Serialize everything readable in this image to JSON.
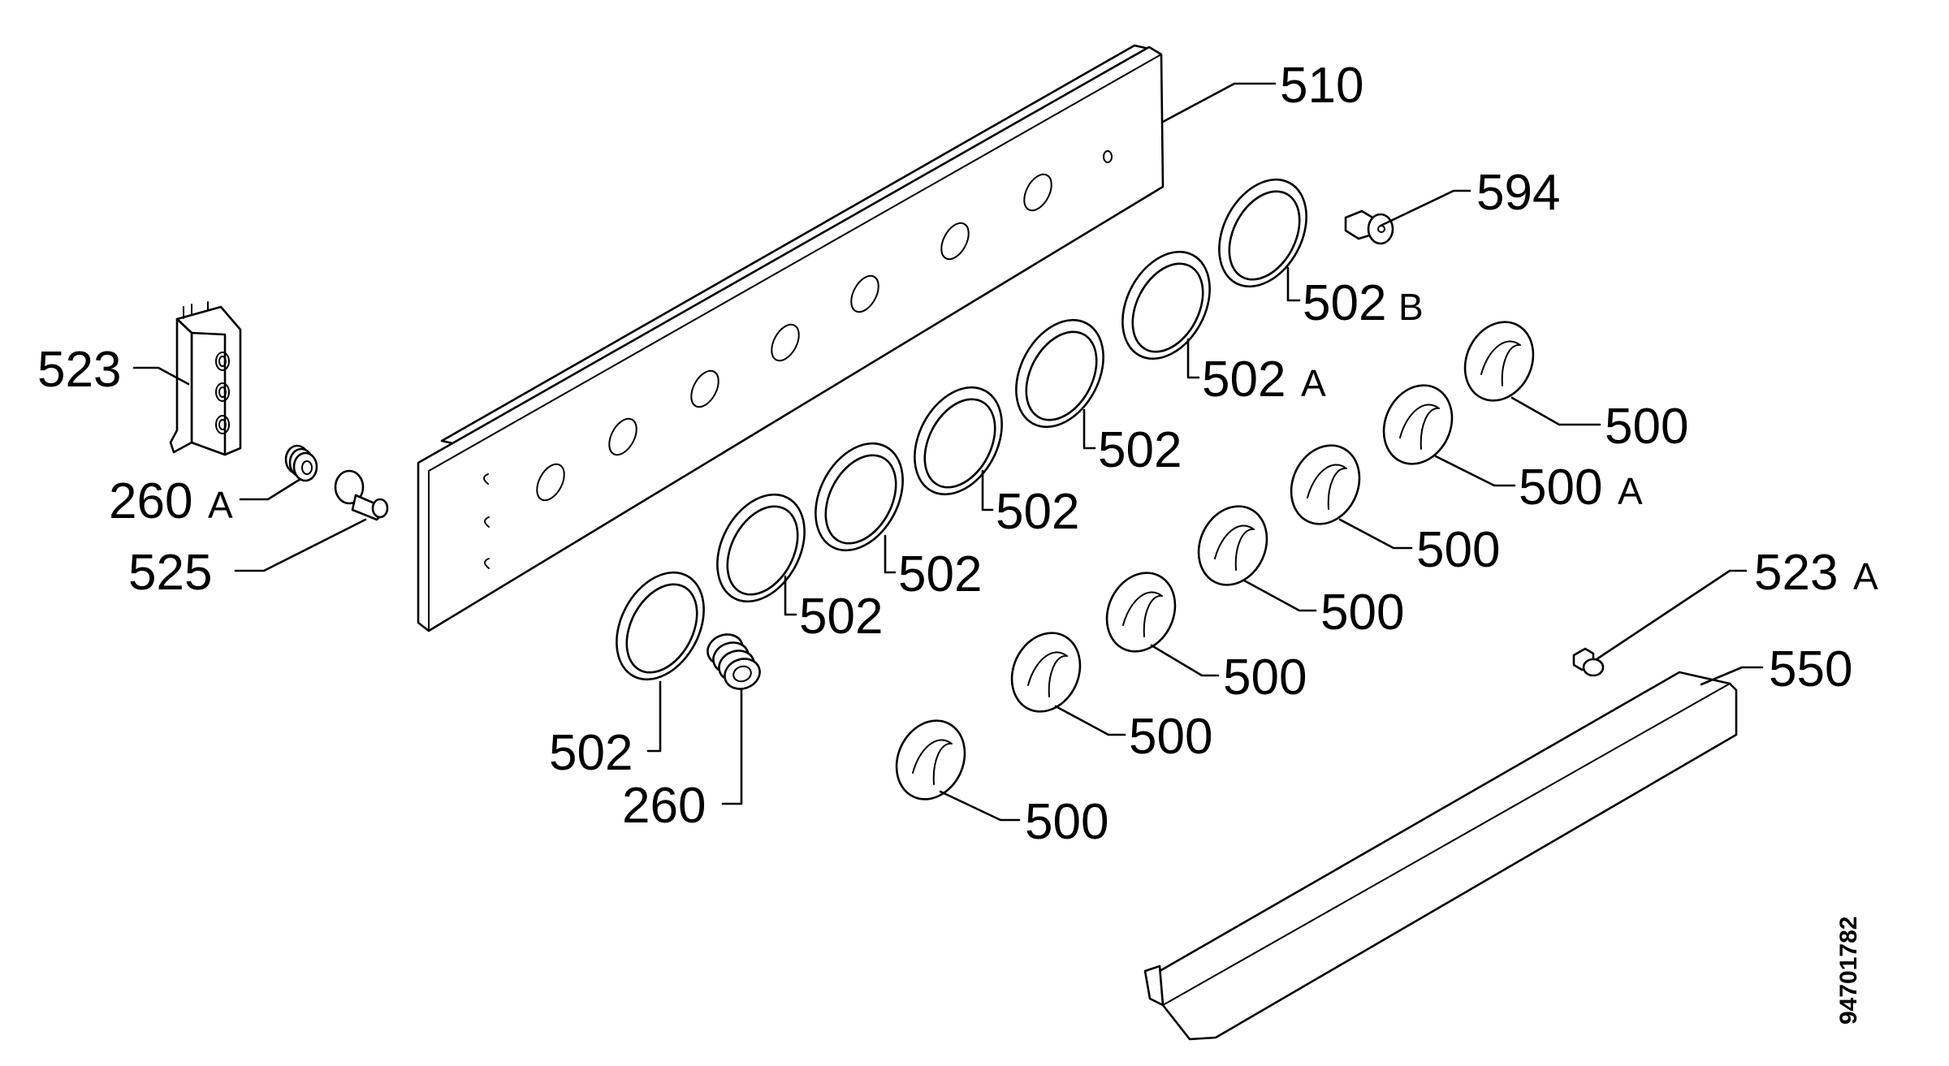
{
  "labels": {
    "l510": "510",
    "l594": "594",
    "l502B": "502",
    "l502B_sfx": "B",
    "l502A": "502",
    "l502A_sfx": "A",
    "l502_1": "502",
    "l502_2": "502",
    "l502_3": "502",
    "l502_4": "502",
    "l502_5": "502",
    "l523": "523",
    "l260A": "260",
    "l260A_sfx": "A",
    "l525": "525",
    "l260": "260",
    "l500_1": "500",
    "l500A": "500",
    "l500A_sfx": "A",
    "l500_2": "500",
    "l500_3": "500",
    "l500_4": "500",
    "l500_5": "500",
    "l500_6": "500",
    "l523A": "523",
    "l523A_sfx": "A",
    "l550": "550"
  },
  "doc_number": "94701782"
}
